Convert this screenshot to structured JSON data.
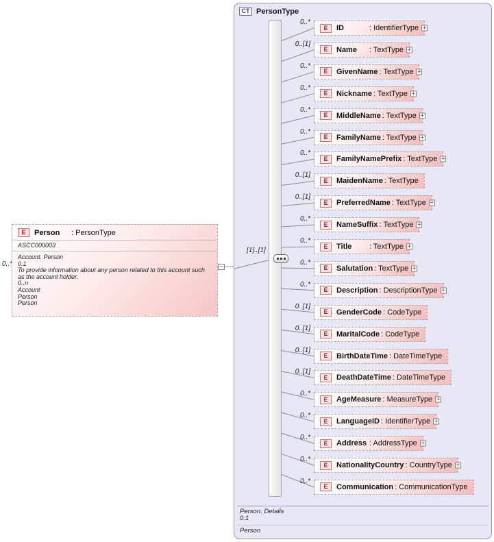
{
  "colors": {
    "container_bg": "#e7e7f5",
    "container_border": "#9396bd",
    "element_fill_end": "#f3bcbc",
    "element_border": "#a9a9a9",
    "element_badge_color": "#991f1f",
    "ct_badge_color": "#3939a8",
    "connector_line": "#8a8a8a"
  },
  "element_badge": "E",
  "expand_glyph": "+",
  "collapse_glyph": "−",
  "root": {
    "badge": "CT",
    "title": "PersonType",
    "footer": {
      "detail": "Person. Details",
      "occurrence": "0.1",
      "name": "Person"
    }
  },
  "connector": {
    "occurrence_label": "[1]..[1]",
    "compositor": "sequence"
  },
  "source": {
    "cardinality": "0..*",
    "name": "Person",
    "type_label": ": PersonType",
    "annotation_id": "ASCC000003",
    "annotation_lines": [
      "Account. Person",
      "0.1",
      "To provide information about any person related to this account such as the account holder.",
      "0..n",
      "Account",
      "Person",
      "Person"
    ]
  },
  "elements": [
    {
      "cardinality": "0..*",
      "name": "ID",
      "type_label": ": IdentifierType",
      "expandable": true
    },
    {
      "cardinality": "0..[1]",
      "name": "Name",
      "type_label": ": TextType",
      "expandable": true
    },
    {
      "cardinality": "0..*",
      "name": "GivenName",
      "type_label": ": TextType",
      "expandable": true
    },
    {
      "cardinality": "0..*",
      "name": "Nickname",
      "type_label": ": TextType",
      "expandable": true
    },
    {
      "cardinality": "0..*",
      "name": "MiddleName",
      "type_label": ": TextType",
      "expandable": true
    },
    {
      "cardinality": "0..*",
      "name": "FamilyName",
      "type_label": ": TextType",
      "expandable": true
    },
    {
      "cardinality": "0..*",
      "name": "FamilyNamePrefix",
      "type_label": ": TextType",
      "expandable": true
    },
    {
      "cardinality": "0..[1]",
      "name": "MaidenName",
      "type_label": ": TextType",
      "expandable": false
    },
    {
      "cardinality": "0..[1]",
      "name": "PreferredName",
      "type_label": ": TextType",
      "expandable": true
    },
    {
      "cardinality": "0..*",
      "name": "NameSuffix",
      "type_label": ": TextType",
      "expandable": true
    },
    {
      "cardinality": "0..*",
      "name": "Title",
      "type_label": ": TextType",
      "expandable": true
    },
    {
      "cardinality": "0..*",
      "name": "Salutation",
      "type_label": ": TextType",
      "expandable": true
    },
    {
      "cardinality": "0..*",
      "name": "Description",
      "type_label": ": DescriptionType",
      "expandable": true
    },
    {
      "cardinality": "0..[1]",
      "name": "GenderCode",
      "type_label": ": CodeType",
      "expandable": false
    },
    {
      "cardinality": "0..[1]",
      "name": "MaritalCode",
      "type_label": ": CodeType",
      "expandable": false
    },
    {
      "cardinality": "0..[1]",
      "name": "BirthDateTime",
      "type_label": ": DateTimeType",
      "expandable": false
    },
    {
      "cardinality": "0..[1]",
      "name": "DeathDateTime",
      "type_label": ": DateTimeType",
      "expandable": false
    },
    {
      "cardinality": "0..*",
      "name": "AgeMeasure",
      "type_label": ": MeasureType",
      "expandable": true
    },
    {
      "cardinality": "0..*",
      "name": "LanguageID",
      "type_label": ": IdentifierType",
      "expandable": true
    },
    {
      "cardinality": "0..*",
      "name": "Address",
      "type_label": ": AddressType",
      "expandable": true
    },
    {
      "cardinality": "0..*",
      "name": "NationalityCountry",
      "type_label": ": CountryType",
      "expandable": true
    },
    {
      "cardinality": "0..*",
      "name": "Communication",
      "type_label": ": CommunicationType",
      "expandable": false
    }
  ]
}
